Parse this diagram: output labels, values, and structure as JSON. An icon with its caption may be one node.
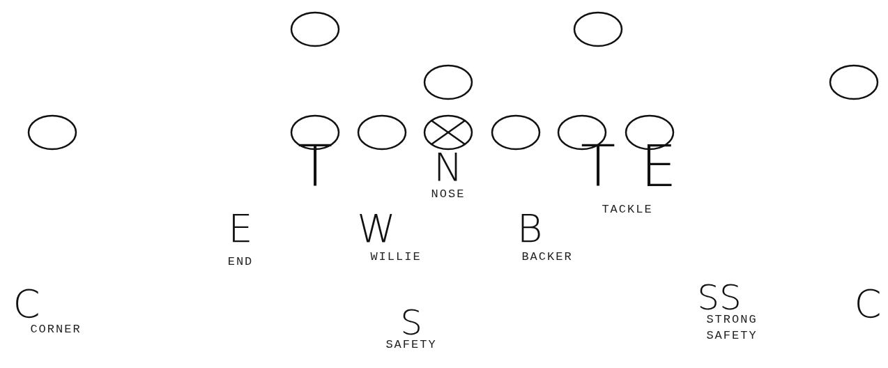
{
  "diagram": {
    "nodes": [
      {
        "text": [],
        "shape": "circle"
      },
      {
        "text": [],
        "shape": "circle"
      },
      {
        "text": [],
        "shape": "circle"
      },
      {
        "text": [],
        "shape": "circle"
      },
      {
        "text": [],
        "shape": "circle"
      },
      {
        "text": [],
        "shape": "circle"
      },
      {
        "text": [],
        "shape": "circle"
      },
      {
        "text": [],
        "shape": "crossed-circle"
      },
      {
        "text": [],
        "shape": "circle"
      },
      {
        "text": [],
        "shape": "circle"
      },
      {
        "text": [],
        "shape": "circle"
      }
    ],
    "edges": [],
    "labels": [
      "T",
      "N",
      "T",
      "E",
      "NOSE",
      "TACKLE",
      "E",
      "W",
      "B",
      "WILLIE",
      "BACKER",
      "END",
      "C",
      "SS",
      "C",
      "CORNER",
      "S",
      "STRONG SAFETY",
      "SAFETY"
    ]
  }
}
